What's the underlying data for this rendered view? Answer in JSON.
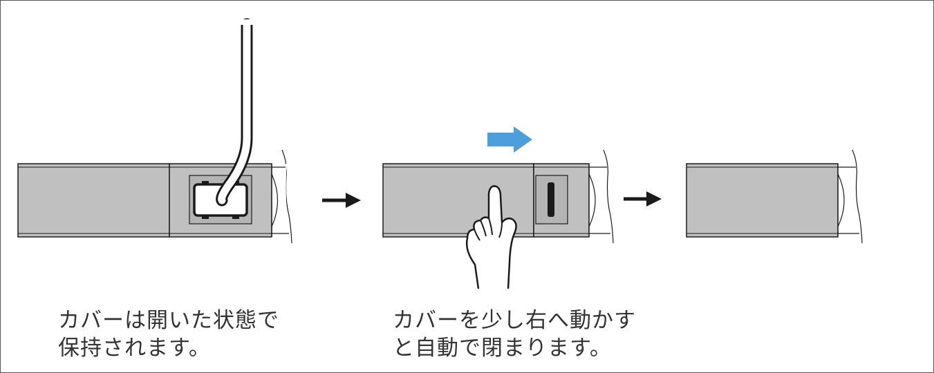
{
  "captions": {
    "step1": {
      "line1": "カバーは開いた状態で",
      "line2": "保持されます。"
    },
    "step2": {
      "line1": "カバーを少し右へ動かす",
      "line2": "と自動で閉まります。"
    }
  },
  "colors": {
    "cover_gray": "#c0c0c0",
    "slot_gray": "#b4b4b4",
    "outline": "#1a1a1a",
    "slide_arrow": "#4d9fdc",
    "step_arrow": "#1a1a1a",
    "caption_text": "#333333"
  },
  "icons": {
    "slide_direction": "arrow-right-icon",
    "step_transition": "arrow-right-icon",
    "finger": "pointing-hand-icon",
    "cable": "cable-icon",
    "connector": "plug-icon"
  }
}
